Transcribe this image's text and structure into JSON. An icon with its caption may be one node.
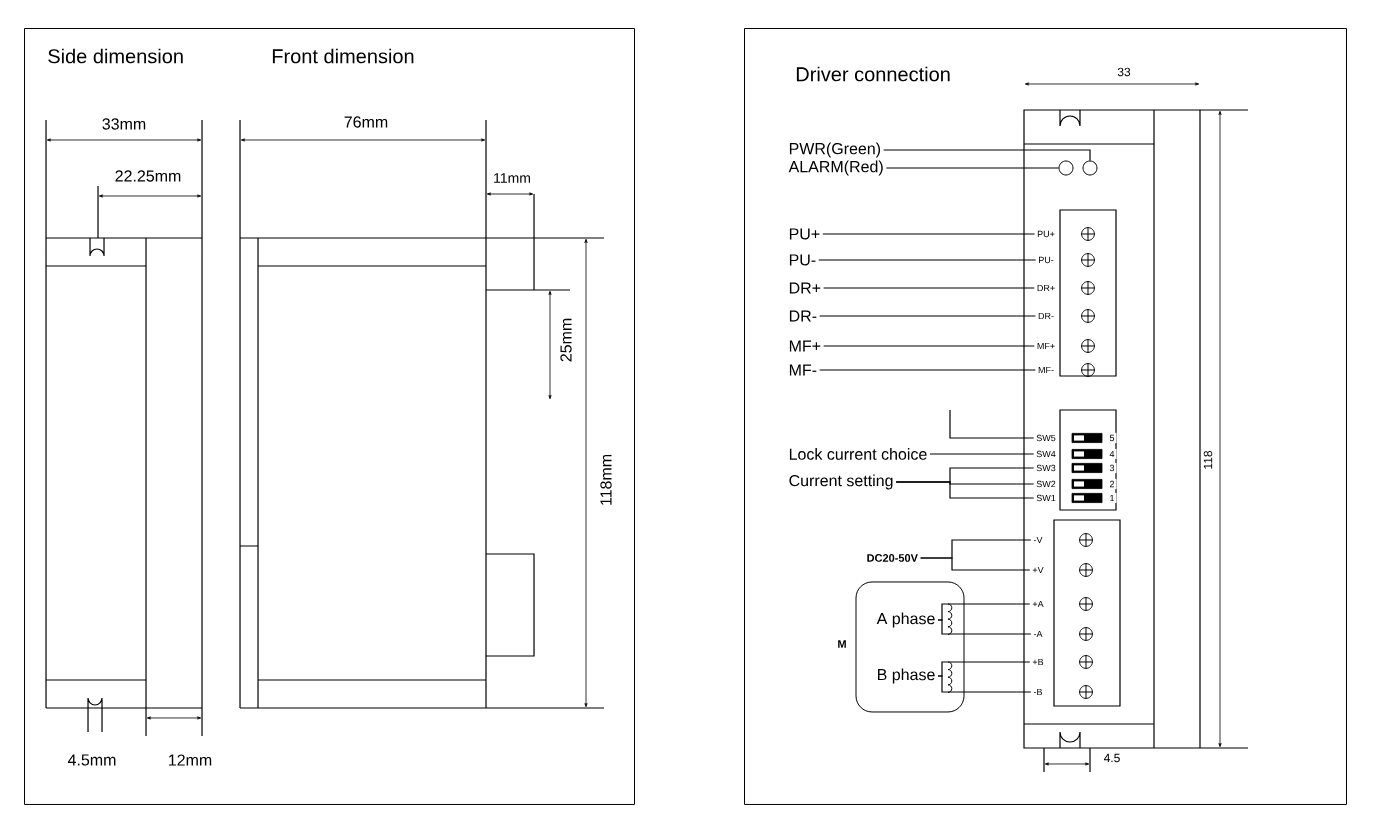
{
  "diagram": {
    "nodes": [
      {
        "text": [
          "Side dimension",
          "Front dimension"
        ]
      },
      {
        "text": [
          "Driver connection"
        ]
      },
      {
        "text": [
          "PWR(Green)"
        ],
        "in": 1
      },
      {
        "text": [
          "ALARM(Red)"
        ],
        "in": 1
      },
      {
        "text": [],
        "shape": "circle",
        "in": 1
      },
      {
        "text": [],
        "shape": "circle",
        "in": 1
      },
      {
        "text": [
          "PU+"
        ],
        "in": 1
      },
      {
        "text": [
          "PU-"
        ],
        "in": 1
      },
      {
        "text": [
          "DR+"
        ],
        "in": 1
      },
      {
        "text": [
          "DR-"
        ],
        "in": 1
      },
      {
        "text": [
          "MF+"
        ],
        "in": 1
      },
      {
        "text": [
          "MF-"
        ],
        "in": 1
      },
      {
        "text": [
          "Lock current choice"
        ],
        "in": 1
      },
      {
        "text": [
          "Current setting"
        ],
        "in": 1
      },
      {
        "text": [
          "DC20-50V"
        ],
        "in": 1
      },
      {
        "text": [],
        "shape": "box",
        "beside": [
          "M"
        ],
        "in": 1
      },
      {
        "text": [
          "A phase"
        ],
        "in": 15
      },
      {
        "text": [
          "B phase"
        ],
        "in": 15
      },
      {
        "text": [
          "PU+"
        ],
        "in": 1
      },
      {
        "text": [
          "PU-"
        ],
        "in": 1
      },
      {
        "text": [
          "DR+"
        ],
        "in": 1
      },
      {
        "text": [
          "DR-"
        ],
        "in": 1
      },
      {
        "text": [
          "MF+"
        ],
        "in": 1
      },
      {
        "text": [
          "MF-"
        ],
        "in": 1
      },
      {
        "text": [
          "SW5"
        ],
        "in": 1
      },
      {
        "text": [
          "SW4"
        ],
        "in": 1
      },
      {
        "text": [
          "SW3"
        ],
        "in": 1
      },
      {
        "text": [
          "SW2"
        ],
        "in": 1
      },
      {
        "text": [
          "SW1"
        ],
        "in": 1
      },
      {
        "text": [
          "-V"
        ],
        "in": 1
      },
      {
        "text": [
          "+V"
        ],
        "in": 1
      },
      {
        "text": [
          "+A"
        ],
        "in": 1
      },
      {
        "text": [
          "-A"
        ],
        "in": 1
      },
      {
        "text": [
          "+B"
        ],
        "in": 1
      },
      {
        "text": [
          "-B"
        ],
        "in": 1
      }
    ],
    "edges": [
      {
        "from": 2,
        "to": 5,
        "arrow": "none"
      },
      {
        "from": 3,
        "to": 4,
        "arrow": "none"
      },
      {
        "from": 6,
        "to": 18,
        "arrow": "none"
      },
      {
        "from": 7,
        "to": 19,
        "arrow": "none"
      },
      {
        "from": 8,
        "to": 20,
        "arrow": "none"
      },
      {
        "from": 9,
        "to": 21,
        "arrow": "none"
      },
      {
        "from": 10,
        "to": 22,
        "arrow": "none"
      },
      {
        "from": 11,
        "to": 23,
        "arrow": "none"
      },
      {
        "from": null,
        "to": 24,
        "arrow": "none"
      },
      {
        "from": 12,
        "to": 25,
        "arrow": "none"
      },
      {
        "from": 13,
        "to": 26,
        "arrow": "none"
      },
      {
        "from": 13,
        "to": 27,
        "arrow": "none"
      },
      {
        "from": 13,
        "to": 28,
        "arrow": "none"
      },
      {
        "from": 14,
        "to": 29,
        "arrow": "none"
      },
      {
        "from": 14,
        "to": 30,
        "arrow": "none"
      },
      {
        "from": 16,
        "to": 31,
        "arrow": "none"
      },
      {
        "from": 16,
        "to": 32,
        "arrow": "none"
      },
      {
        "from": 17,
        "to": 33,
        "arrow": "none"
      },
      {
        "from": 17,
        "to": 34,
        "arrow": "none"
      }
    ],
    "labels": [
      "33mm",
      "22.25mm",
      "76mm",
      "11mm",
      "25mm",
      "118mm",
      "4.5mm",
      "12mm",
      "33",
      "5",
      "4",
      "3",
      "2",
      "1",
      "118",
      "4.5"
    ]
  }
}
